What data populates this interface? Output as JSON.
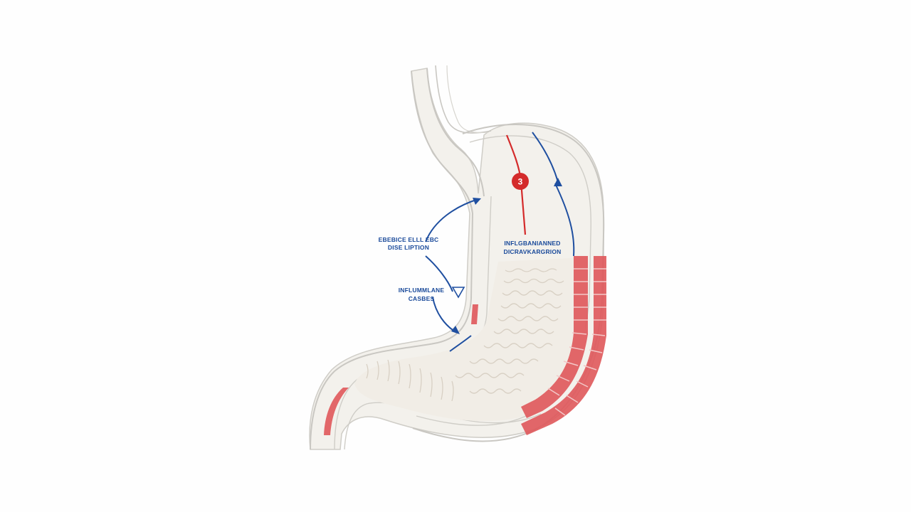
{
  "labels": {
    "left_top_line1": "EBEBICE ELLL EBC",
    "left_top_line2": "DISE LIPTION",
    "left_mid_line1": "INFLUMMLANE",
    "left_mid_line2": "CASBES",
    "right_line1": "INFLGBANIANNED",
    "right_line2": "DICRAVKARGRION"
  },
  "marker": {
    "number": "3"
  },
  "colors": {
    "outline": "#c9c7c2",
    "wall_fill": "#efede8",
    "mucosa_fill": "#f1ede6",
    "fold_stroke": "#d9d2c7",
    "inflammation_red": "#e0585b",
    "accent_blue": "#1f4fa0",
    "accent_red": "#d42b2b",
    "label_blue": "#1a4a9a"
  }
}
